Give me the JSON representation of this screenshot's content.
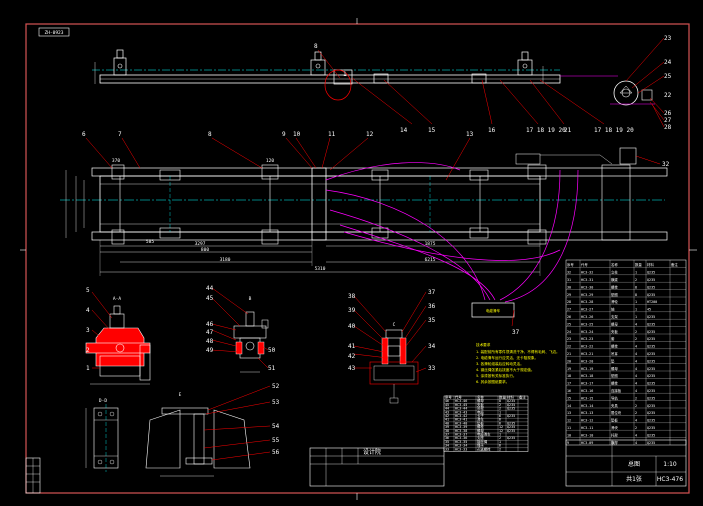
{
  "colors": {
    "background": "#000000",
    "frame": "#ff0000",
    "part": "#ffffff",
    "centerline": "#00ffff",
    "leader": "#ff0000",
    "cable": "#ff00ff",
    "note": "#ffff00",
    "highlight": "#ff0000"
  },
  "top_tag": "ZH-0923",
  "leaders": {
    "top_view": [
      "1",
      "8",
      "14",
      "15",
      "16",
      "17 18 19 20",
      "21",
      "17 18 19 20",
      "22",
      "23",
      "24",
      "25",
      "26",
      "27",
      "28"
    ],
    "plan_view": [
      "6",
      "7",
      "8",
      "9",
      "10",
      "11",
      "12",
      "13",
      "32"
    ],
    "box_label": "37",
    "detail_a": [
      "5",
      "4",
      "3",
      "2",
      "1"
    ],
    "detail_b": [
      "44",
      "45",
      "46",
      "47",
      "48",
      "49",
      "50",
      "51"
    ],
    "detail_c": [
      "38",
      "39",
      "40",
      "41",
      "42",
      "43",
      "37",
      "36",
      "35",
      "34",
      "33"
    ],
    "detail_d": [
      "52",
      "53",
      "54",
      "55",
      "56"
    ]
  },
  "dimensions": {
    "overall": "5310",
    "left_span": "3180",
    "right_span": "6215",
    "d1": "3297",
    "d2": "800",
    "d3": "585",
    "d4": "1875",
    "d5": "370",
    "d6": "120"
  },
  "section_marks": {
    "a": "A-A",
    "b": "B",
    "c": "C",
    "d": "D-D",
    "e": "E"
  },
  "notes_title": "技术要求",
  "notes": [
    "1. 装配前所有零件须清洗干净，不得有毛刺、飞边。",
    "2. 电缆滑车运行应灵活，无卡阻现象。",
    "3. 各滑轮组装后应转动灵活。",
    "4. 钢丝绳张紧后挠度不大于规定值。",
    "5. 涂漆按有关标准执行。",
    "6. 其余按图纸要求。"
  ],
  "box_37": "电缆滑车",
  "title_block": {
    "title": "HC3-476",
    "scale": "1:10",
    "drawing_no": "总图",
    "sheet": "共1张",
    "company": "设计院"
  },
  "bom_header": [
    "序号",
    "代号",
    "名称",
    "数量",
    "材料",
    "备注"
  ],
  "bom_rows": [
    [
      "56",
      "HC3-56",
      "螺栓",
      "4",
      "Q235",
      ""
    ],
    [
      "55",
      "HC3-55",
      "垫圈",
      "4",
      "Q235",
      ""
    ],
    [
      "54",
      "HC3-54",
      "螺母",
      "4",
      "Q235",
      ""
    ],
    [
      "53",
      "HC3-53",
      "支架",
      "2",
      "Q235",
      ""
    ],
    [
      "52",
      "HC3-52",
      "挡板",
      "2",
      "Q235",
      ""
    ],
    [
      "51",
      "HC3-51",
      "轴",
      "4",
      "45",
      ""
    ],
    [
      "50",
      "HC3-50",
      "滑轮",
      "4",
      "HT200",
      ""
    ],
    [
      "49",
      "HC3-49",
      "轴承",
      "8",
      "",
      ""
    ],
    [
      "48",
      "HC3-48",
      "套筒",
      "4",
      "Q235",
      ""
    ],
    [
      "47",
      "HC3-47",
      "螺栓",
      "8",
      "Q235",
      ""
    ],
    [
      "46",
      "HC3-46",
      "螺母",
      "8",
      "Q235",
      ""
    ],
    [
      "45",
      "HC3-45",
      "夹板",
      "2",
      "Q235",
      ""
    ],
    [
      "44",
      "HC3-44",
      "吊架",
      "2",
      "Q235",
      ""
    ],
    [
      "43",
      "HC3-43",
      "电缆",
      "1",
      "",
      ""
    ],
    [
      "42",
      "HC3-42",
      "卡子",
      "6",
      "Q235",
      ""
    ],
    [
      "41",
      "HC3-41",
      "滑车",
      "6",
      "",
      ""
    ],
    [
      "40",
      "HC3-40",
      "垫板",
      "6",
      "Q235",
      ""
    ],
    [
      "39",
      "HC3-39",
      "螺栓",
      "12",
      "Q235",
      ""
    ],
    [
      "38",
      "HC3-38",
      "螺母",
      "12",
      "Q235",
      ""
    ],
    [
      "37",
      "HC3-37",
      "电缆滑车",
      "1",
      "",
      ""
    ],
    [
      "36",
      "HC3-36",
      "支座",
      "2",
      "Q235",
      ""
    ],
    [
      "35",
      "HC3-35",
      "钢丝绳",
      "1",
      "",
      ""
    ],
    [
      "34",
      "HC3-34",
      "绳卡",
      "6",
      "",
      ""
    ],
    [
      "33",
      "HC3-33",
      "花篮螺栓",
      "2",
      "",
      ""
    ]
  ],
  "bom_rows_right": [
    [
      "32",
      "HC3-32",
      "立柱",
      "1",
      "Q235",
      ""
    ],
    [
      "31",
      "HC3-31",
      "横梁",
      "2",
      "Q235",
      ""
    ],
    [
      "30",
      "HC3-30",
      "螺栓",
      "8",
      "Q235",
      ""
    ],
    [
      "29",
      "HC3-29",
      "垫圈",
      "8",
      "Q235",
      ""
    ],
    [
      "28",
      "HC3-28",
      "滑轮",
      "1",
      "HT200",
      ""
    ],
    [
      "27",
      "HC3-27",
      "轴",
      "1",
      "45",
      ""
    ],
    [
      "26",
      "HC3-26",
      "支架",
      "1",
      "Q235",
      ""
    ],
    [
      "25",
      "HC3-25",
      "螺母",
      "4",
      "Q235",
      ""
    ],
    [
      "24",
      "HC3-24",
      "夹板",
      "2",
      "Q235",
      ""
    ],
    [
      "23",
      "HC3-23",
      "套",
      "2",
      "Q235",
      ""
    ],
    [
      "22",
      "HC3-22",
      "螺栓",
      "4",
      "Q235",
      ""
    ],
    [
      "21",
      "HC3-21",
      "吊耳",
      "4",
      "Q235",
      ""
    ],
    [
      "20",
      "HC3-20",
      "垫",
      "4",
      "Q235",
      ""
    ],
    [
      "19",
      "HC3-19",
      "螺母",
      "4",
      "Q235",
      ""
    ],
    [
      "18",
      "HC3-18",
      "垫圈",
      "4",
      "Q235",
      ""
    ],
    [
      "17",
      "HC3-17",
      "螺栓",
      "4",
      "Q235",
      ""
    ],
    [
      "16",
      "HC3-16",
      "连接板",
      "4",
      "Q235",
      ""
    ],
    [
      "15",
      "HC3-15",
      "导轨",
      "2",
      "Q235",
      ""
    ],
    [
      "14",
      "HC3-14",
      "夹具",
      "2",
      "Q235",
      ""
    ],
    [
      "13",
      "HC3-13",
      "限位块",
      "2",
      "Q235",
      ""
    ],
    [
      "12",
      "HC3-12",
      "垫板",
      "4",
      "Q235",
      ""
    ],
    [
      "11",
      "HC3-11",
      "滑块",
      "2",
      "Q235",
      ""
    ],
    [
      "10",
      "HC3-10",
      "托架",
      "4",
      "Q235",
      ""
    ],
    [
      "9",
      "HC3-09",
      "横撑",
      "4",
      "Q235",
      ""
    ]
  ]
}
